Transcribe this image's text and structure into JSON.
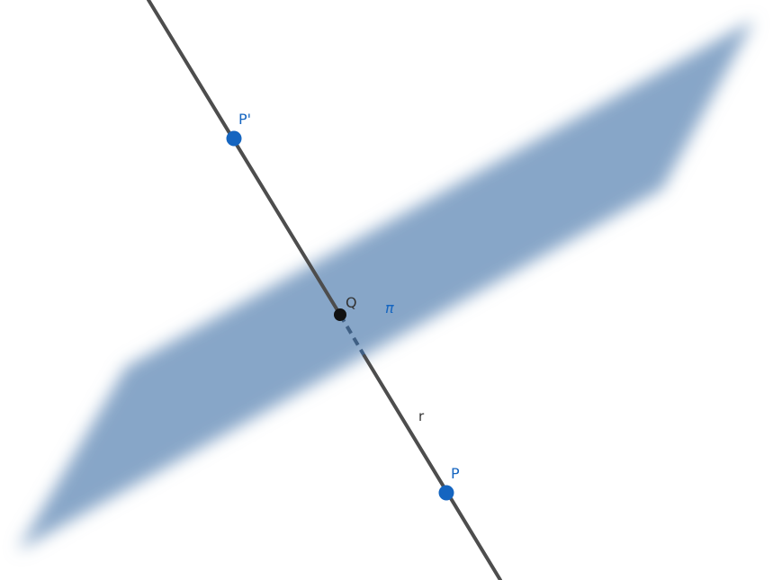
{
  "labels": {
    "p_prime": "P'",
    "q": "Q",
    "p": "P",
    "plane": "π",
    "line": "r"
  },
  "colors": {
    "plane_fill": "#87a6c8",
    "line": "#4d4d4d",
    "point_blue": "#1565c0",
    "point_q": "#111111",
    "label_blue": "#1565c0",
    "label_dark": "#333333"
  }
}
